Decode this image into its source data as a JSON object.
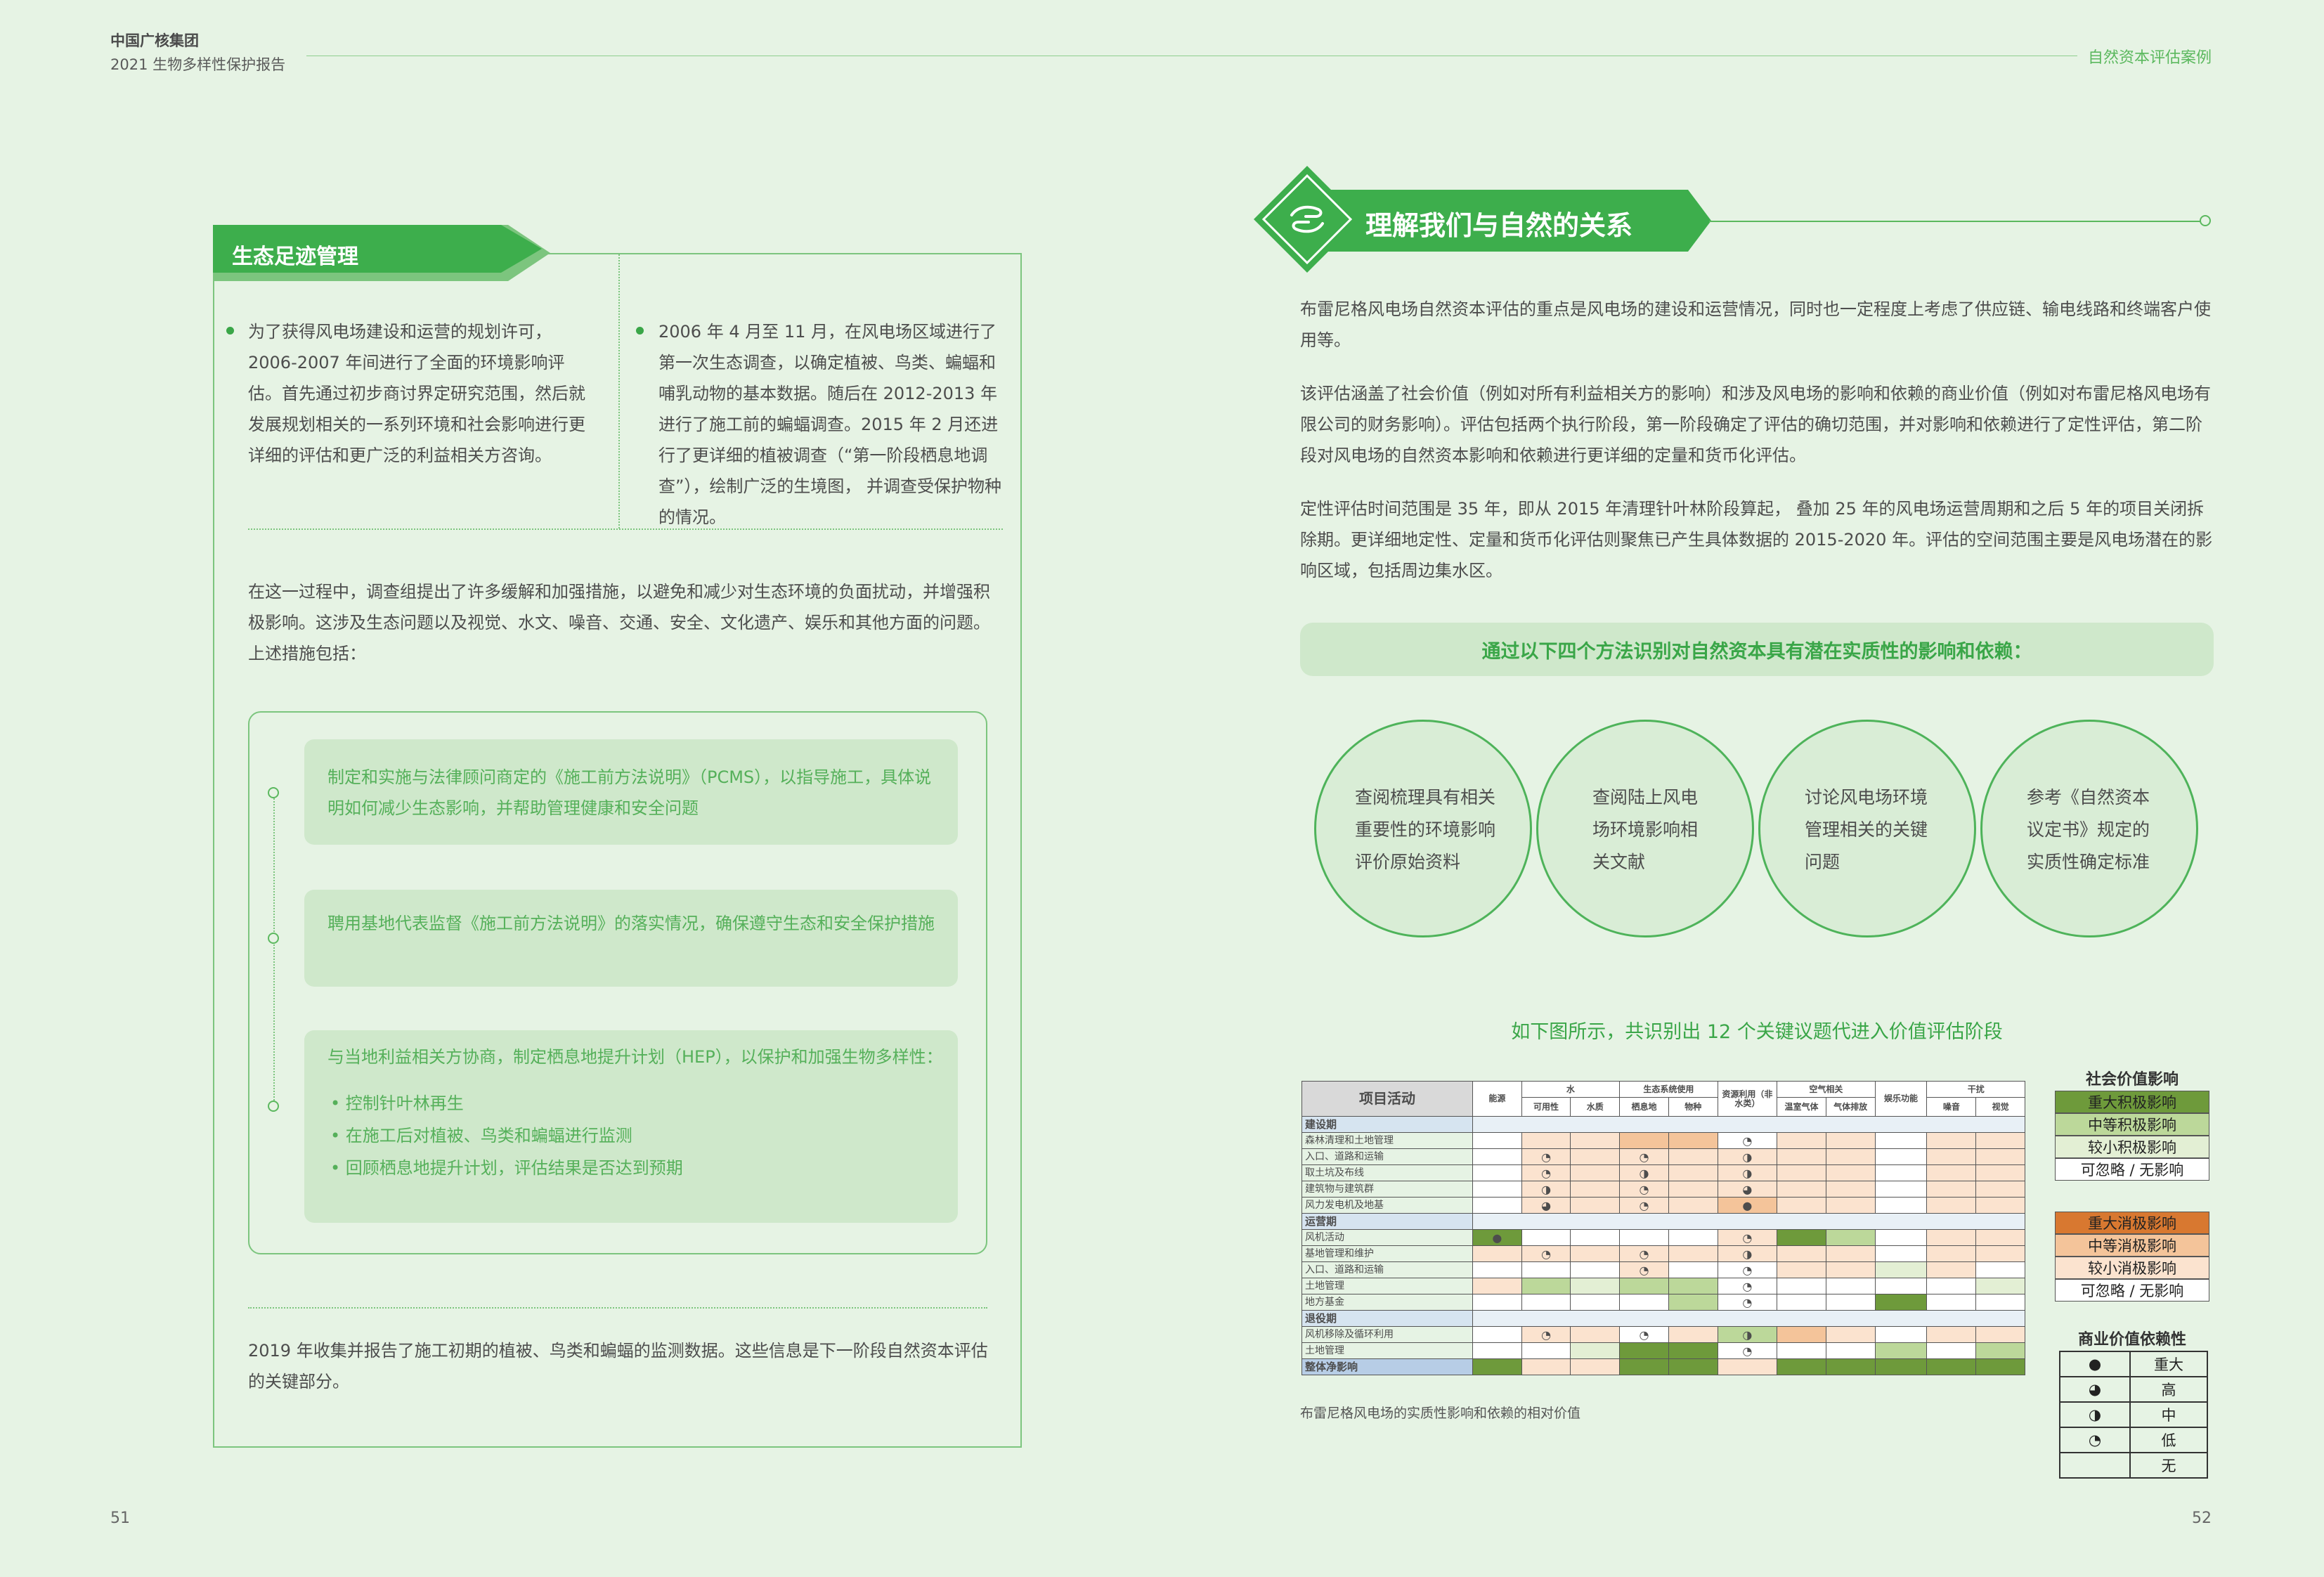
{
  "header": {
    "company": "中国广核集团",
    "report": "2021 生物多样性保护报告",
    "section": "自然资本评估案例"
  },
  "pages": {
    "left": "51",
    "right": "52"
  },
  "left": {
    "panel_title": "生态足迹管理",
    "col1": "为了获得风电场建设和运营的规划许可，2006-2007 年间进行了全面的环境影响评估。首先通过初步商讨界定研究范围，然后就发展规划相关的一系列环境和社会影响进行更详细的评估和更广泛的利益相关方咨询。",
    "col2": "2006 年 4 月至 11 月，在风电场区域进行了第一次生态调查，以确定植被、鸟类、蝙蝠和哺乳动物的基本数据。随后在 2012-2013 年进行了施工前的蝙蝠调查。2015 年 2 月还进行了更详细的植被调查（“第一阶段栖息地调查”），绘制广泛的生境图， 并调查受保护物种的情况。",
    "intro": "在这一过程中，调查组提出了许多缓解和加强措施，以避免和减少对生态环境的负面扰动，并增强积极影响。这涉及生态问题以及视觉、水文、噪音、交通、安全、文化遗产、娱乐和其他方面的问题。上述措施包括：",
    "measures": [
      "制定和实施与法律顾问商定的《施工前方法说明》（PCMS），以指导施工，具体说明如何减少生态影响，并帮助管理健康和安全问题",
      "聘用基地代表监督《施工前方法说明》的落实情况，确保遵守生态和安全保护措施",
      "与当地利益相关方协商，制定栖息地提升计划（HEP），以保护和加强生物多样性："
    ],
    "sub_measures": [
      "控制针叶林再生",
      "在施工后对植被、鸟类和蝙蝠进行监测",
      "回顾栖息地提升计划，评估结果是否达到预期"
    ],
    "footer_text": "2019 年收集并报告了施工初期的植被、鸟类和蝙蝠的监测数据。这些信息是下一阶段自然资本评估的关键部分。"
  },
  "right": {
    "title": "理解我们与自然的关系",
    "paragraphs": [
      "布雷尼格风电场自然资本评估的重点是风电场的建设和运营情况，同时也一定程度上考虑了供应链、输电线路和终端客户使用等。",
      "该评估涵盖了社会价值（例如对所有利益相关方的影响）和涉及风电场的影响和依赖的商业价值（例如对布雷尼格风电场有限公司的财务影响）。评估包括两个执行阶段，第一阶段确定了评估的确切范围，并对影响和依赖进行了定性评估，第二阶段对风电场的自然资本影响和依赖进行更详细的定量和货币化评估。",
      "定性评估时间范围是 35 年，即从 2015 年清理针叶林阶段算起， 叠加 25 年的风电场运营周期和之后 5 年的项目关闭拆除期。更详细地定性、定量和货币化评估则聚焦已产生具体数据的 2015-2020 年。评估的空间范围主要是风电场潜在的影响区域，包括周边集水区。"
    ],
    "banner": "通过以下四个方法识别对自然资本具有潜在实质性的影响和依赖：",
    "methods": [
      "查阅梳理具有相关重要性的环境影响评价原始资料",
      "查阅陆上风电场环境影响相关文献",
      "讨论风电场环境管理相关的关键问题",
      "参考《自然资本议定书》规定的实质性确定标准"
    ],
    "sub_heading": "如下图所示，共识别出 12 个关键议题代进入价值评估阶段",
    "caption": "布雷尼格风电场的实质性影响和依赖的相对价值"
  },
  "matrix": {
    "activity_header": "项目活动",
    "groups": [
      {
        "label": "",
        "span": 1
      },
      {
        "label": "水",
        "span": 2
      },
      {
        "label": "生态系统使用",
        "span": 2
      },
      {
        "label": "资源利用",
        "span": 1
      },
      {
        "label": "空气相关",
        "span": 2
      },
      {
        "label": "娱乐功能",
        "span": 1
      },
      {
        "label": "干扰",
        "span": 2
      }
    ],
    "columns": [
      "能源",
      "可用性",
      "水质",
      "栖息地",
      "物种",
      "资源利用（非水类）",
      "温室气体",
      "气体排放",
      "娱乐功能",
      "噪音",
      "视觉"
    ],
    "rows": [
      {
        "type": "phase",
        "label": "建设期"
      },
      {
        "type": "row",
        "label": "森林清理和土地管理",
        "cells": [
          "w",
          "p",
          "p",
          "m",
          "m",
          "w|◔",
          "p",
          "p",
          "w",
          "p",
          "p"
        ]
      },
      {
        "type": "row",
        "label": "入口、道路和运输",
        "cells": [
          "w",
          "p|◔",
          "p",
          "p|◔",
          "p",
          "p|◑",
          "p",
          "p",
          "w",
          "p",
          "p"
        ]
      },
      {
        "type": "row",
        "label": "取土坑及布线",
        "cells": [
          "w",
          "p|◔",
          "p",
          "p|◑",
          "p",
          "p|◑",
          "p",
          "p",
          "w",
          "p",
          "p"
        ]
      },
      {
        "type": "row",
        "label": "建筑物与建筑群",
        "cells": [
          "w",
          "p|◑",
          "p",
          "p|◔",
          "p",
          "p|◕",
          "p",
          "p",
          "w",
          "p",
          "p"
        ]
      },
      {
        "type": "row",
        "label": "风力发电机及地基",
        "cells": [
          "w",
          "p|◕",
          "p",
          "p|◔",
          "p",
          "o|●",
          "p",
          "p",
          "w",
          "p",
          "p"
        ]
      },
      {
        "type": "phase",
        "label": "运营期"
      },
      {
        "type": "row",
        "label": "风机活动",
        "cells": [
          "dg|●",
          "w",
          "w",
          "w",
          "w",
          "p|◔",
          "dg",
          "lg",
          "w",
          "p",
          "p"
        ]
      },
      {
        "type": "row",
        "label": "基地管理和维护",
        "cells": [
          "p",
          "p|◔",
          "p",
          "p|◔",
          "p",
          "p|◑",
          "p",
          "p",
          "w",
          "p",
          "p"
        ]
      },
      {
        "type": "row",
        "label": "入口、道路和运输",
        "cells": [
          "w",
          "w",
          "w",
          "p|◔",
          "w",
          "w|◔",
          "p",
          "p",
          "vl",
          "p",
          "w"
        ]
      },
      {
        "type": "row",
        "label": "土地管理",
        "cells": [
          "p",
          "lg",
          "vl",
          "lg",
          "lg",
          "w|◔",
          "w",
          "w",
          "w",
          "w",
          "vl"
        ]
      },
      {
        "type": "row",
        "label": "地方基金",
        "cells": [
          "w",
          "w",
          "w",
          "w",
          "lg",
          "w|◔",
          "w",
          "w",
          "dg",
          "w",
          "w"
        ]
      },
      {
        "type": "phase",
        "label": "退役期"
      },
      {
        "type": "row",
        "label": "风机移除及循环利用",
        "cells": [
          "w",
          "p|◔",
          "p",
          "w|◔",
          "p",
          "lg|◑",
          "o",
          "p",
          "w",
          "p",
          "p"
        ]
      },
      {
        "type": "row",
        "label": "土地管理",
        "cells": [
          "w",
          "w",
          "vl",
          "dg",
          "dg",
          "w|◔",
          "w",
          "w",
          "lg",
          "w",
          "lg"
        ]
      },
      {
        "type": "net",
        "label": "整体净影响",
        "cells": [
          "dg",
          "p",
          "p",
          "dg",
          "dg",
          "p",
          "dg",
          "dg",
          "dg",
          "dg",
          "dg"
        ]
      }
    ]
  },
  "legend": {
    "social_title": "社会价值影响",
    "positive": [
      {
        "label": "重大积极影响",
        "color": "#6e9a3b"
      },
      {
        "label": "中等积极影响",
        "color": "#bcd89a"
      },
      {
        "label": "较小积极影响",
        "color": "#e3efd4"
      },
      {
        "label": "可忽略 / 无影响",
        "color": "#ffffff"
      }
    ],
    "negative": [
      {
        "label": "重大消极影响",
        "color": "#d87830"
      },
      {
        "label": "中等消极影响",
        "color": "#f4c49a"
      },
      {
        "label": "较小消极影响",
        "color": "#fbe3cf"
      },
      {
        "label": "可忽略 / 无影响",
        "color": "#ffffff"
      }
    ],
    "business_title": "商业价值依赖性",
    "dependency": [
      {
        "symbol": "●",
        "label": "重大"
      },
      {
        "symbol": "◕",
        "label": "高"
      },
      {
        "symbol": "◑",
        "label": "中"
      },
      {
        "symbol": "◔",
        "label": "低"
      },
      {
        "symbol": "",
        "label": "无"
      }
    ]
  },
  "colors": {
    "accent": "#3dae4c",
    "page_bg": "#e6f3e4",
    "card": "#cfe8cb",
    "cell_pale_orange": "#fbe3cf",
    "cell_mid_orange": "#f4c49a",
    "cell_dark_green": "#6e9a3b",
    "cell_light_green": "#bcd89a",
    "cell_pale_green": "#e3efd4"
  }
}
